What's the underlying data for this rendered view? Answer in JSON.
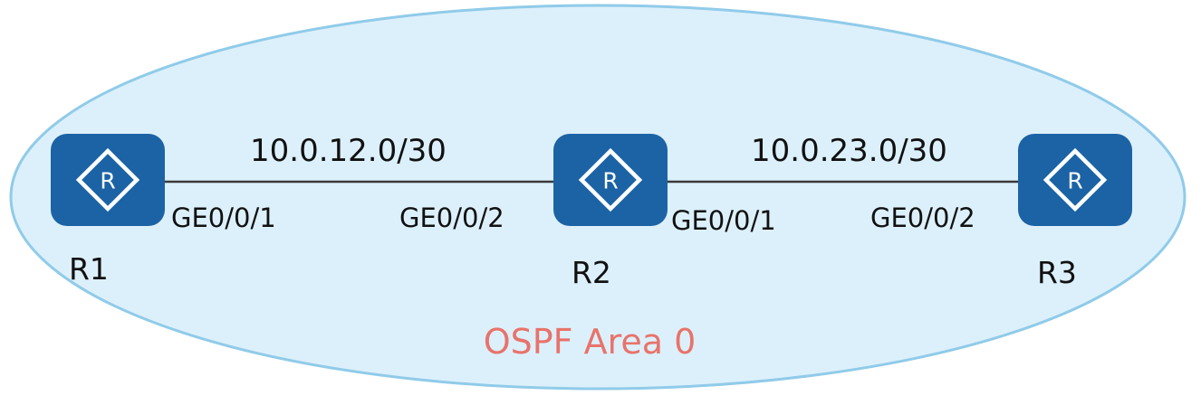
{
  "area": {
    "label": "OSPF Area 0",
    "fill_color": "#dcf0fb",
    "border_color": "#90cbe9",
    "label_color": "#e8736b"
  },
  "routers": [
    {
      "id": "r1",
      "name": "R1",
      "icon_letter": "R"
    },
    {
      "id": "r2",
      "name": "R2",
      "icon_letter": "R"
    },
    {
      "id": "r3",
      "name": "R3",
      "icon_letter": "R"
    }
  ],
  "links": [
    {
      "id": "r1-r2",
      "subnet": "10.0.12.0/30",
      "left_interface": "GE0/0/1",
      "right_interface": "GE0/0/2"
    },
    {
      "id": "r2-r3",
      "subnet": "10.0.23.0/30",
      "left_interface": "GE0/0/1",
      "right_interface": "GE0/0/2"
    }
  ],
  "colors": {
    "router_fill": "#1c63a5",
    "router_symbol": "#ffffff",
    "link_line": "#3a3a3a",
    "text": "#111111"
  }
}
